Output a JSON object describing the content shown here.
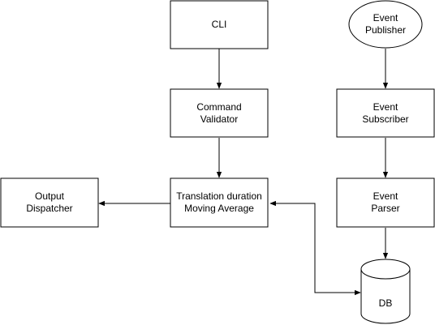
{
  "diagram": {
    "nodes": {
      "cli": {
        "lines": [
          "CLI"
        ]
      },
      "command_validator": {
        "lines": [
          "Command",
          "Validator"
        ]
      },
      "translation_duration": {
        "lines": [
          "Translation duration",
          "Moving Average"
        ]
      },
      "output_dispatcher": {
        "lines": [
          "Output",
          "Dispatcher"
        ]
      },
      "event_publisher": {
        "lines": [
          "Event",
          "Publisher"
        ]
      },
      "event_subscriber": {
        "lines": [
          "Event",
          "Subscriber"
        ]
      },
      "event_parser": {
        "lines": [
          "Event",
          "Parser"
        ]
      },
      "db": {
        "lines": [
          "DB"
        ]
      }
    },
    "edges": [
      {
        "from": "cli",
        "to": "command_validator"
      },
      {
        "from": "command_validator",
        "to": "translation_duration"
      },
      {
        "from": "translation_duration",
        "to": "output_dispatcher"
      },
      {
        "from": "event_publisher",
        "to": "event_subscriber"
      },
      {
        "from": "event_subscriber",
        "to": "event_parser"
      },
      {
        "from": "event_parser",
        "to": "db"
      },
      {
        "from": "translation_duration",
        "to": "db",
        "bidirectional": true
      }
    ]
  },
  "colors": {
    "stroke": "#000000",
    "fill": "#ffffff",
    "text": "#000000"
  }
}
